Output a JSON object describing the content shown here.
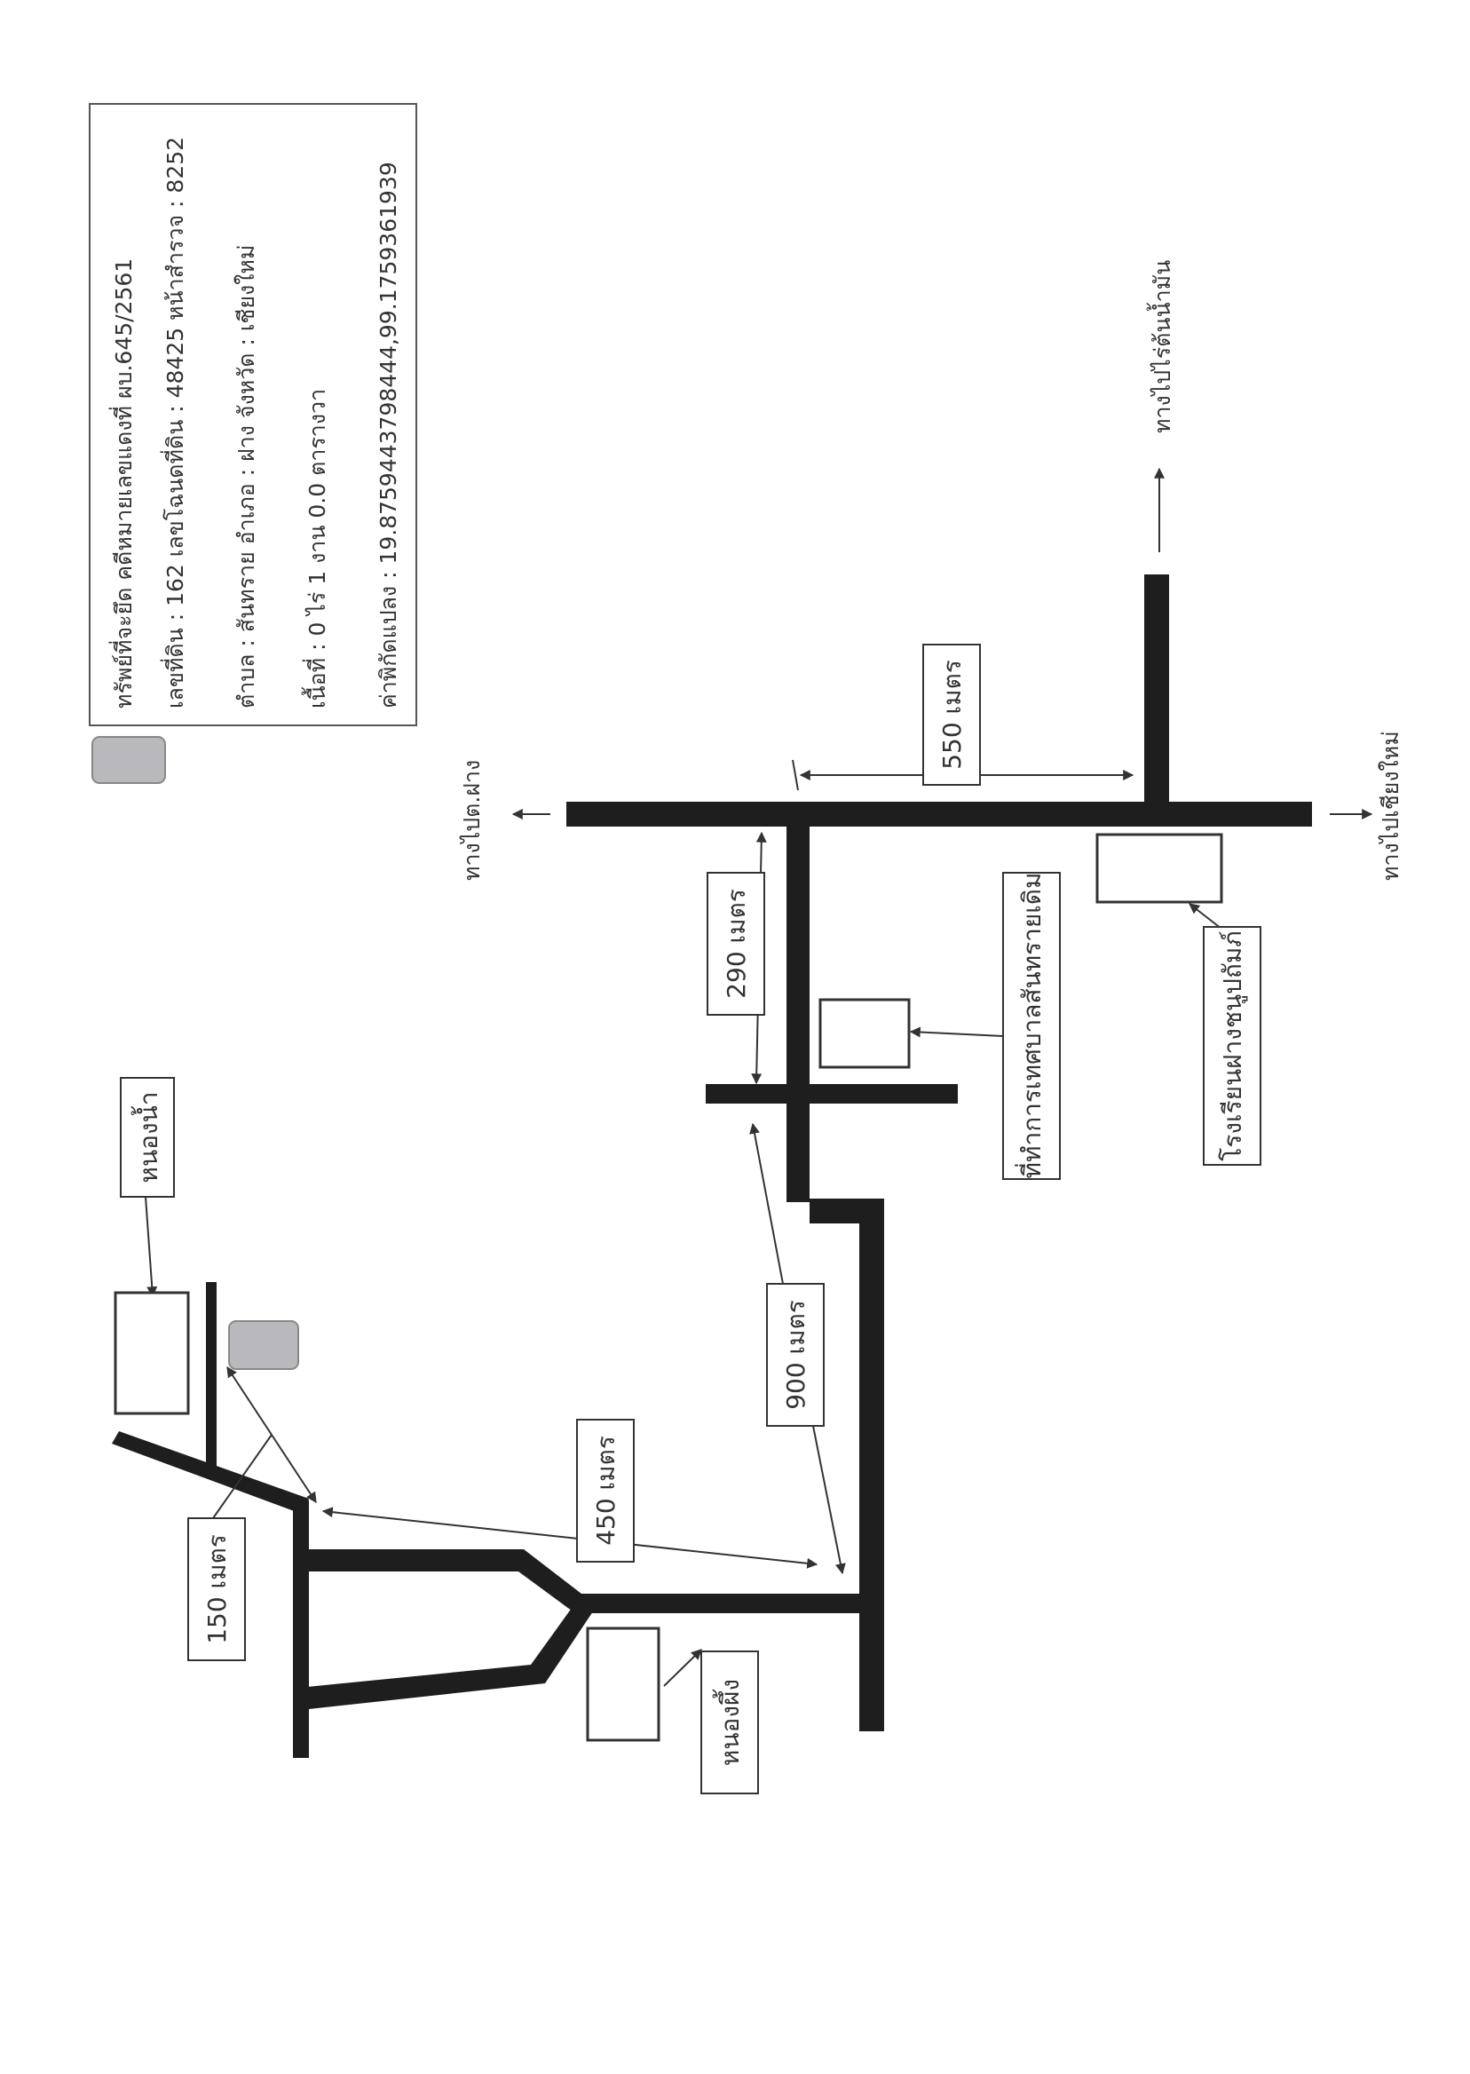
{
  "colors": {
    "road": "#1e1e1e",
    "line": "#333333",
    "marker": "#b9b9bd",
    "paper": "#ffffff"
  },
  "info": {
    "line1": "ทรัพย์ที่จะยึด คดีหมายเลขแดงที่ ผบ.645/2561",
    "line2": "เลขที่ดิน : 162 เลขโฉนดที่ดิน : 48425 หน้าสำรวจ : 8252",
    "line3": "ตำบล : สันทราย อำเภอ : ฝาง จังหวัด : เชียงใหม่",
    "line4": "เนื้อที่ : 0 ไร่ 1 งาน 0.0 ตารางวา",
    "line5": "ค่าพิกัดแปลง : 19.8759443798444,99.1759361939"
  },
  "destinations": {
    "fang": "ทางไปต.ฝาง",
    "chiangmai": "ทางไปเชียงใหม่",
    "namman": "ทางไปไร่ต้นน้ำมัน"
  },
  "distances": {
    "d550": "550 เมตร",
    "d290": "290 เมตร",
    "d900": "900 เมตร",
    "d450": "450 เมตร",
    "d150": "150 เมตร"
  },
  "landmarks": {
    "school": "โรงเรียนฝางชนูปถัมภ์",
    "office": "ที่ทำการเทศบาลสันทรายเดิม",
    "pond_nam": "หนองน้ำ",
    "pond_phueng": "หนองผึ้ง"
  }
}
